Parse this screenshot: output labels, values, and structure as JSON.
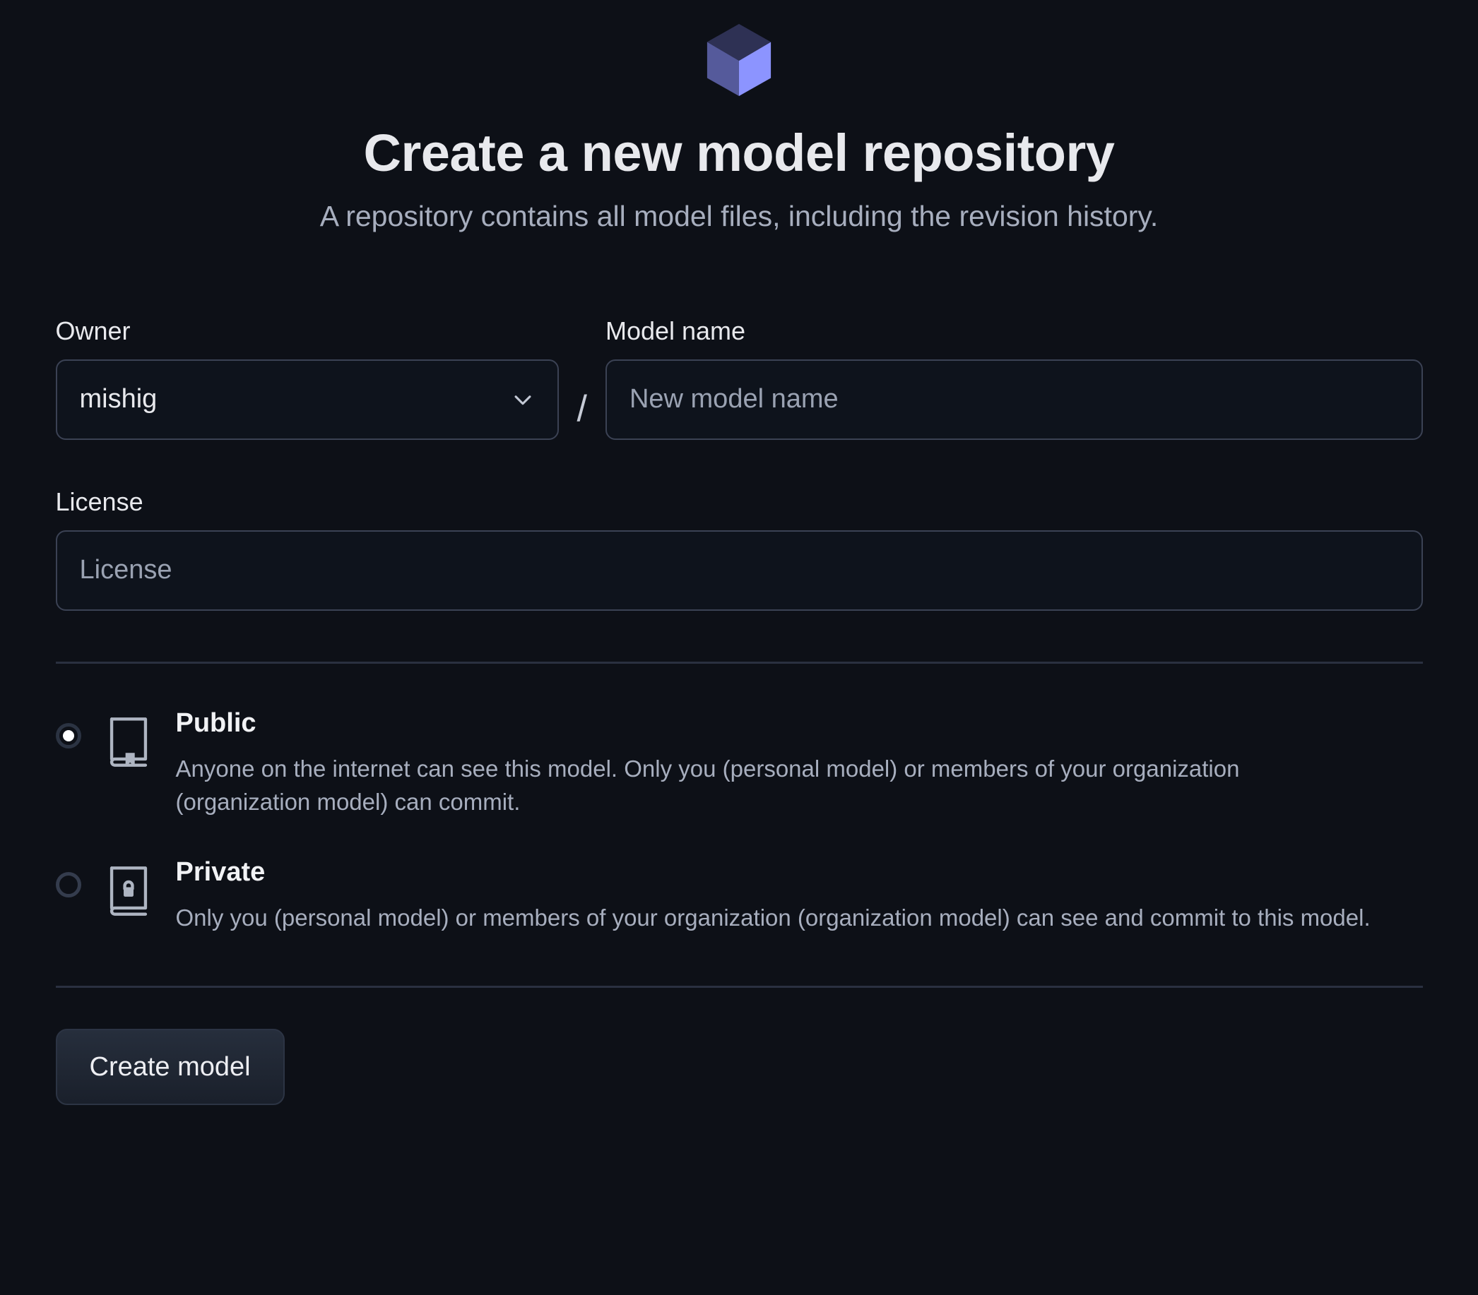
{
  "header": {
    "logo_icon": "cube-icon",
    "title": "Create a new model repository",
    "subtitle": "A repository contains all model files, including the revision history."
  },
  "form": {
    "owner": {
      "label": "Owner",
      "value": "mishig",
      "dropdown_icon": "chevron-down-icon"
    },
    "separator": "/",
    "model_name": {
      "label": "Model name",
      "value": "",
      "placeholder": "New model name"
    },
    "license": {
      "label": "License",
      "value": "",
      "placeholder": "License"
    }
  },
  "visibility": {
    "selected": "public",
    "options": [
      {
        "id": "public",
        "icon": "book-icon",
        "title": "Public",
        "description": "Anyone on the internet can see this model. Only you (personal model) or members of your organization (organization model) can commit.",
        "selected": true
      },
      {
        "id": "private",
        "icon": "book-lock-icon",
        "title": "Private",
        "description": "Only you (personal model) or members of your organization (organization model) can see and commit to this model.",
        "selected": false
      }
    ]
  },
  "actions": {
    "submit_label": "Create model"
  },
  "colors": {
    "background": "#0D1017",
    "text_primary": "#E8E9ED",
    "text_muted": "#A7AEBE",
    "border": "#3B4254",
    "divider": "#2A3040",
    "cube_top": "#2E3154",
    "cube_left": "#555A9B",
    "cube_right": "#8C94FF"
  }
}
